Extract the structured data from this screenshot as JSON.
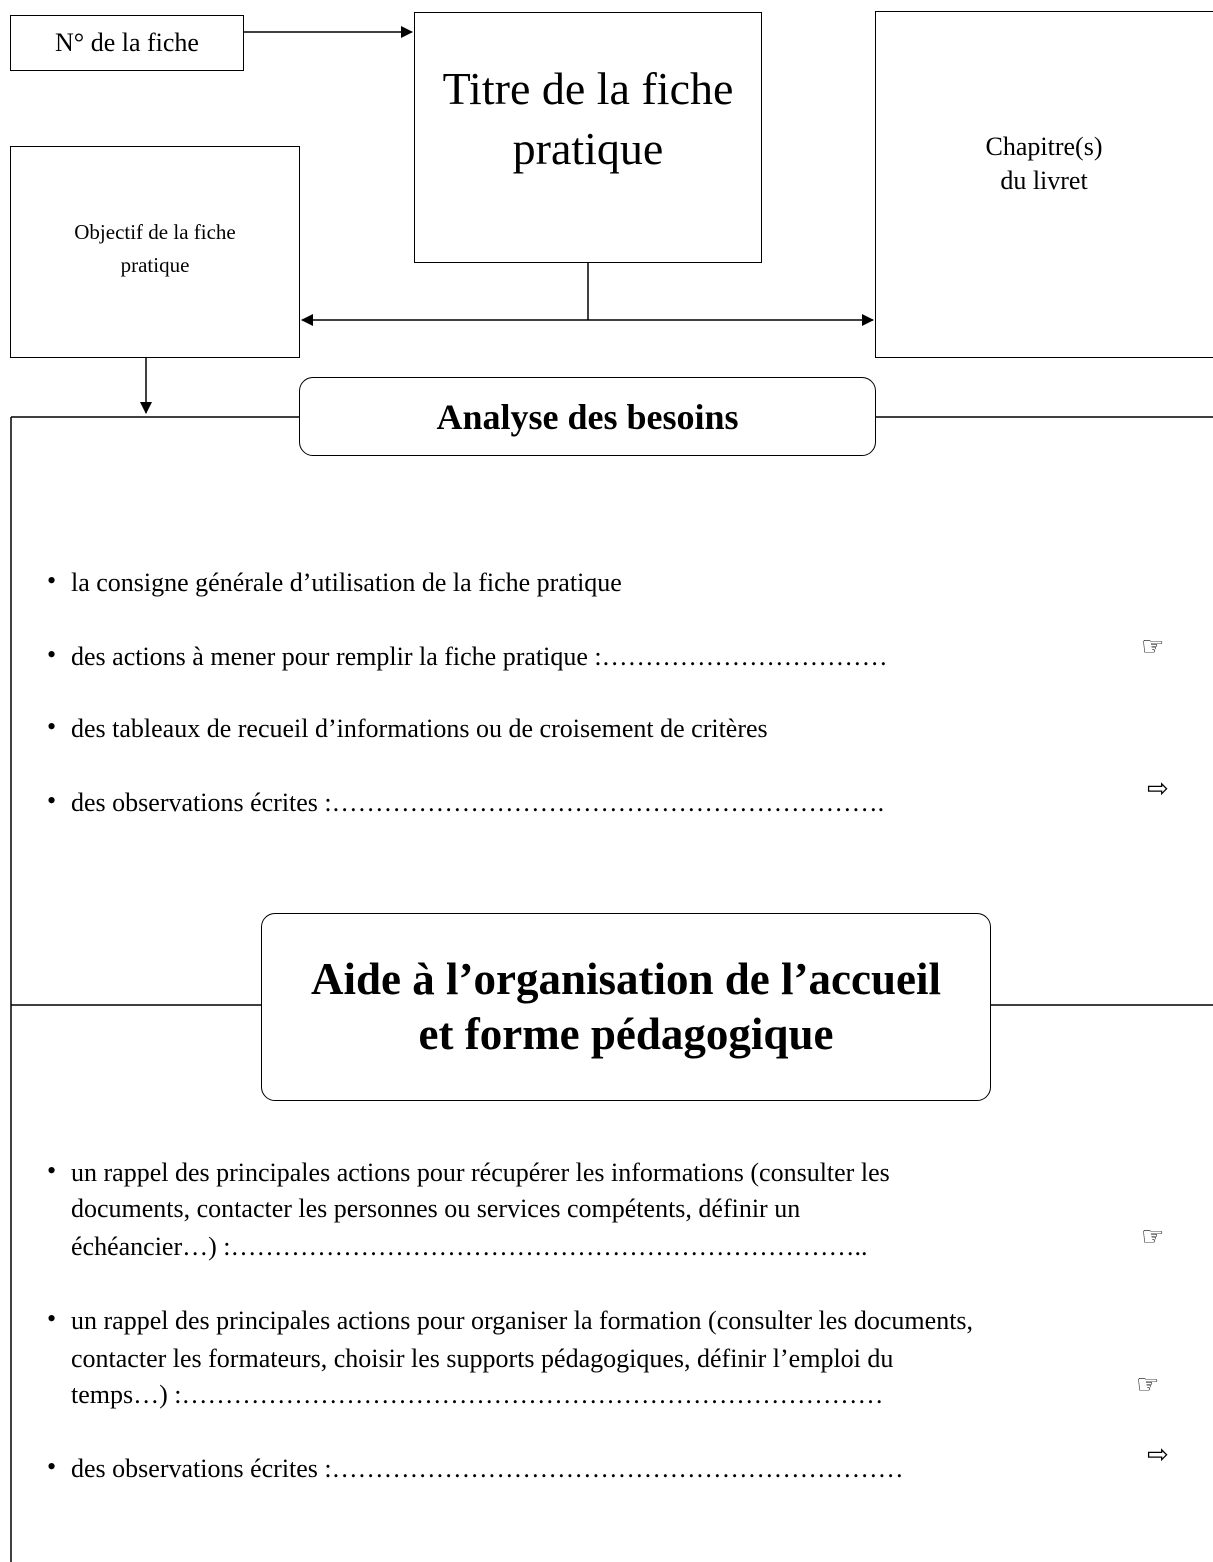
{
  "header": {
    "fiche_number": "N° de la fiche",
    "title_line1": "Titre de la fiche",
    "title_line2": "pratique",
    "chapter_line1": "Chapitre(s)",
    "chapter_line2": "du livret",
    "objective_line1": "Objectif de la fiche",
    "objective_line2": "pratique"
  },
  "section1": {
    "heading": "Analyse des besoins",
    "items": [
      {
        "text": "la consigne générale d’utilisation de la fiche pratique",
        "icon": ""
      },
      {
        "text": "des actions à mener pour remplir la fiche pratique :……………………………",
        "icon": "pointing-hand-icon"
      },
      {
        "text": "des tableaux de recueil d’informations ou de croisement de critères",
        "icon": ""
      },
      {
        "text": "des observations écrites :……………………………………………………….",
        "icon": "right-arrow-icon"
      }
    ]
  },
  "section2": {
    "heading_line1": "Aide à l’organisation de l’accueil",
    "heading_line2": "et forme pédagogique",
    "items": [
      {
        "line1": "un rappel des principales actions pour récupérer les informations (consulter les",
        "line2": "documents, contacter les personnes ou services compétents, définir un",
        "line3": "échéancier…) :………………………………………………………………..",
        "icon": "pointing-hand-icon"
      },
      {
        "line1": "un rappel des principales actions pour organiser la formation (consulter les documents,",
        "line2": "contacter les formateurs, choisir les supports pédagogiques, définir l’emploi du",
        "line3": "temps…) :………………………………………………………………………",
        "icon": "pointing-hand-icon"
      },
      {
        "text": "des observations écrites :…………………………………………………………",
        "icon": "right-arrow-icon"
      }
    ]
  },
  "bullet_symbol": "•",
  "icons": {
    "hand": "☞",
    "arrow": "⇨"
  }
}
